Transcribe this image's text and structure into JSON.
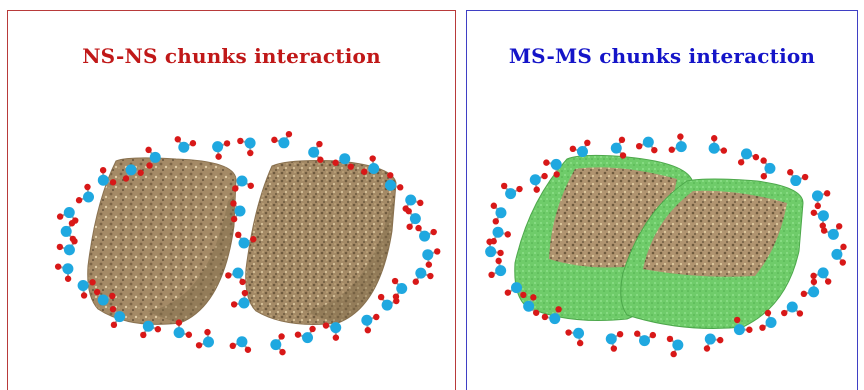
{
  "left_panel": {
    "title": "NS-NS chunks interaction",
    "border_color": "#b83a3a",
    "title_color": "#c01818"
  },
  "right_panel": {
    "title": "MS-MS chunks interaction",
    "border_color": "#3f3fc4",
    "title_color": "#1414c8"
  },
  "colors": {
    "aggregate_base": "#a48a66",
    "coating_green": "#6fcc6a",
    "oxygen_atom": "#1fa8e0",
    "hydrogen_atom": "#d81818",
    "bond": "#a0a0a0"
  },
  "icons": {
    "water_molecule": "water-molecule-icon",
    "chunk": "sand-aggregate-chunk"
  }
}
